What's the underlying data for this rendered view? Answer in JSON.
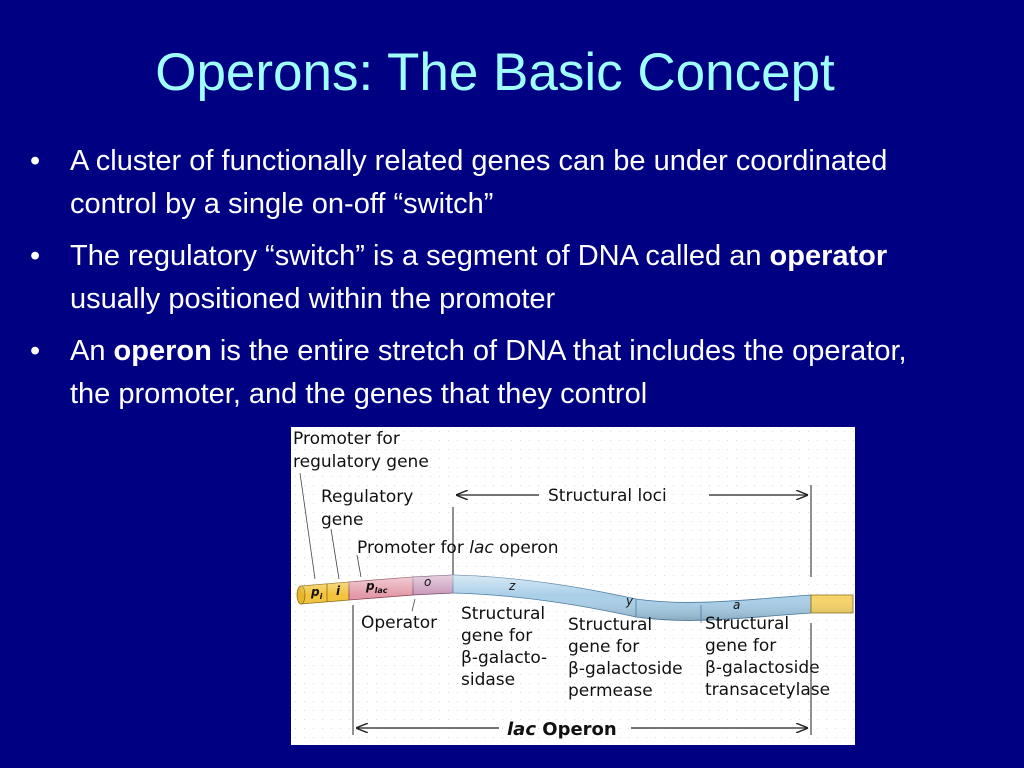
{
  "slide": {
    "title": "Operons: The Basic Concept",
    "bullets": [
      {
        "pre": "A cluster of functionally related genes can be under coordinated control by a single on-off “switch”",
        "bold": "",
        "post": ""
      },
      {
        "pre": "The regulatory “switch” is a segment of DNA called an ",
        "bold": "operator",
        "post": " usually positioned within the promoter"
      },
      {
        "pre": "An ",
        "bold": "operon",
        "post": " is the entire stretch of DNA that includes the operator, the promoter, and the genes that they control"
      }
    ]
  },
  "figure": {
    "promoter_regulatory_line1": "Promoter for",
    "promoter_regulatory_line2": "regulatory gene",
    "regulatory_gene_line1": "Regulatory",
    "regulatory_gene_line2": "gene",
    "structural_loci": "Structural loci",
    "promoter_lac_pre": "Promoter for ",
    "promoter_lac_italic": "lac",
    "promoter_lac_post": " operon",
    "segment_pi_main": "p",
    "segment_pi_sub": "i",
    "segment_i": "i",
    "segment_plac_main": "p",
    "segment_plac_sub": "lac",
    "segment_o": "o",
    "segment_z": "z",
    "segment_y": "y",
    "segment_a": "a",
    "operator_label": "Operator",
    "gene_z_line1": "Structural",
    "gene_z_line2": "gene for",
    "gene_z_line3": "β-galacto-",
    "gene_z_line4": "sidase",
    "gene_y_line1": "Structural",
    "gene_y_line2": "gene for",
    "gene_y_line3": "β-galactoside",
    "gene_y_line4": "permease",
    "gene_a_line1": "Structural",
    "gene_a_line2": "gene for",
    "gene_a_line3": "β-galactoside",
    "gene_a_line4": "transacetylase",
    "lac_operon_italic": "lac",
    "lac_operon_post": " Operon",
    "colors": {
      "regulatory_yellow": "#f2c33a",
      "promoter_pink": "#e49aa8",
      "operator_mauve": "#c897b9",
      "genes_blue": "#a9cfe8",
      "end_yellow": "#f6d468"
    }
  }
}
